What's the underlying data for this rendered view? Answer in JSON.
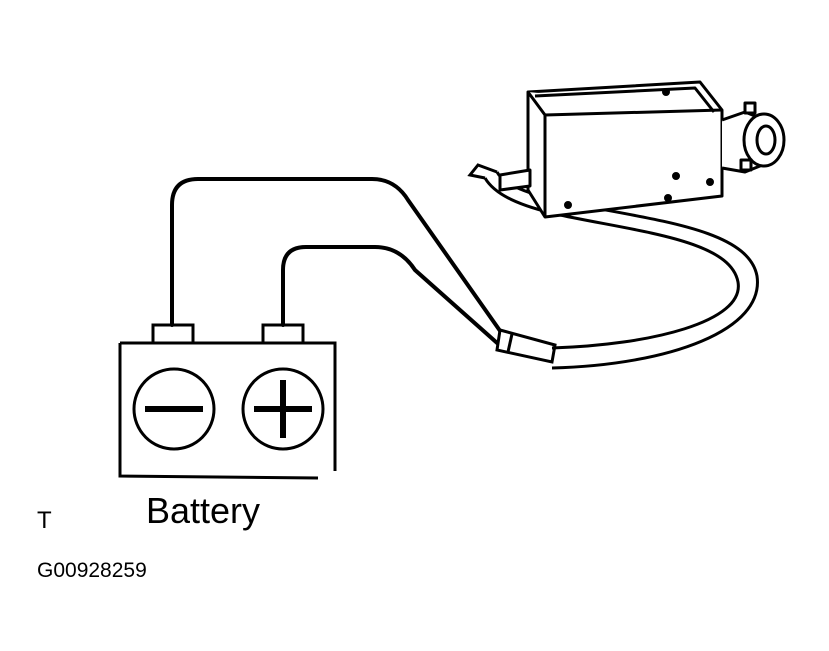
{
  "labels": {
    "battery": "Battery",
    "corner": "T",
    "figure_code": "G00928259"
  },
  "icons": {
    "negative_terminal": "minus-icon",
    "positive_terminal": "plus-icon"
  },
  "colors": {
    "line": "#000000",
    "background": "#ffffff"
  }
}
